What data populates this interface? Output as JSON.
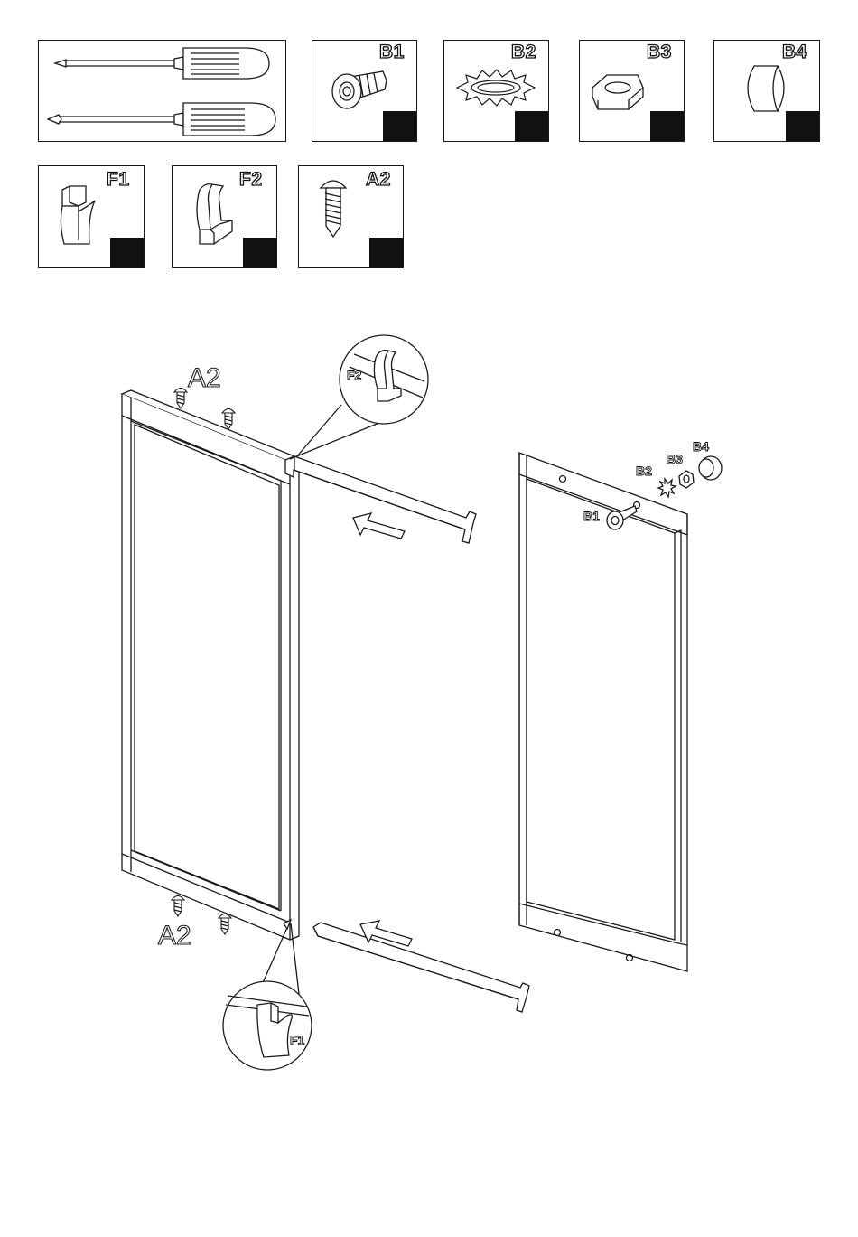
{
  "parts": {
    "tools": {
      "name": "screwdrivers"
    },
    "b1": {
      "code": "B1"
    },
    "b2": {
      "code": "B2"
    },
    "b3": {
      "code": "B3"
    },
    "b4": {
      "code": "B4"
    },
    "f1": {
      "code": "F1"
    },
    "f2": {
      "code": "F2"
    },
    "a2": {
      "code": "A2"
    }
  },
  "assembly": {
    "labels": {
      "a2_top": "A2",
      "a2_bottom": "A2",
      "f2_detail": "F2",
      "f1_detail": "F1",
      "b1": "B1",
      "b2": "B2",
      "b3": "B3",
      "b4": "B4"
    }
  },
  "colors": {
    "ink": "#1a1a1a",
    "fill": "#ffffff",
    "block": "#111111"
  }
}
